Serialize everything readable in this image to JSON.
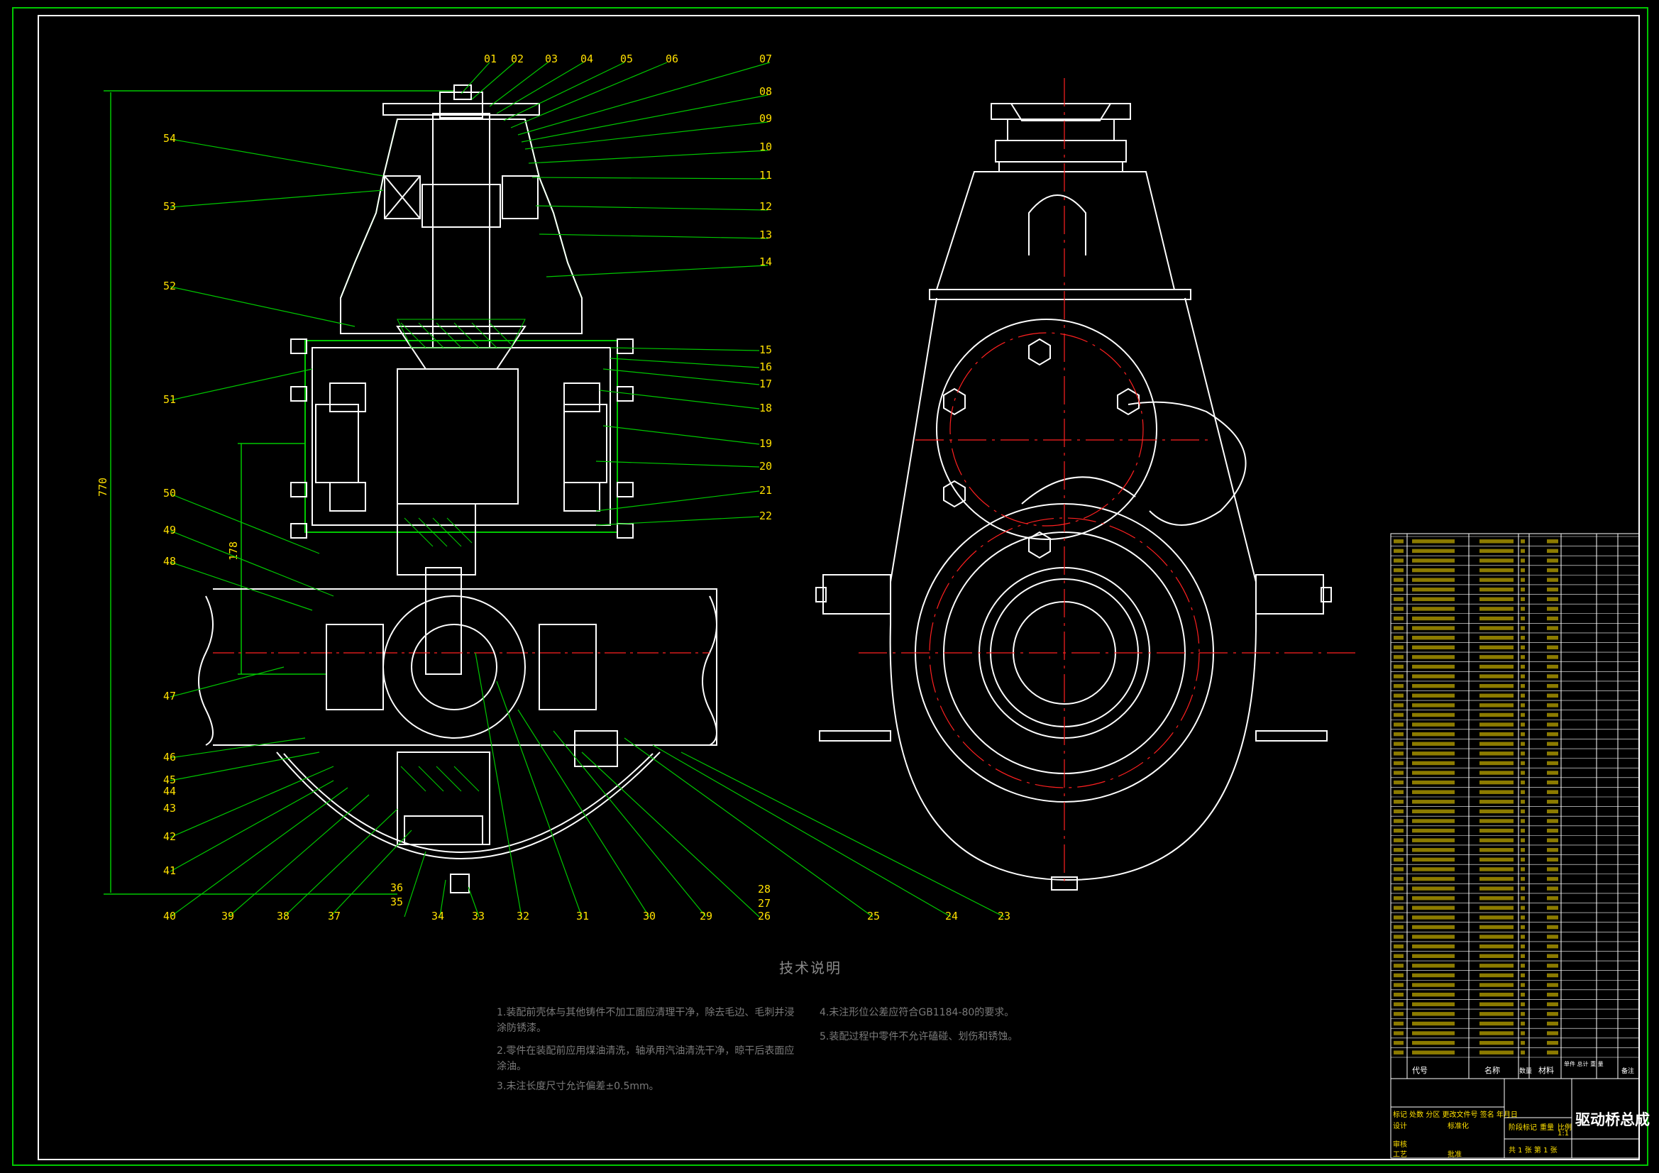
{
  "drawing": {
    "colors": {
      "background": "#000000",
      "outline": "#ffffff",
      "leader": "#00c800",
      "centerline": "#ff2020",
      "hatch": "#00d000",
      "label": "#ffe000",
      "note": "#7a7a7a"
    },
    "dimension_text": {
      "overall_height": "770",
      "lower_height": "178"
    },
    "section_view_labels_top": [
      "01",
      "02",
      "03",
      "04",
      "05",
      "06",
      "07",
      "08",
      "09",
      "10",
      "11",
      "12",
      "13",
      "14"
    ],
    "section_view_labels_right": [
      "15",
      "16",
      "17",
      "18",
      "19",
      "20",
      "21",
      "22"
    ],
    "section_view_labels_left": [
      "54",
      "53",
      "52",
      "51",
      "50",
      "49",
      "48",
      "47",
      "46",
      "45",
      "44",
      "43",
      "42",
      "41"
    ],
    "section_view_labels_bottom": [
      "40",
      "39",
      "38",
      "37",
      "36",
      "35",
      "34",
      "33",
      "32",
      "31",
      "30",
      "29",
      "28",
      "27",
      "26",
      "25",
      "24",
      "23"
    ]
  },
  "tech_notes": {
    "title": "技术说明",
    "items": [
      "1.装配前壳体与其他铸件不加工面应清理干净，除去毛边、毛刺并浸涂防锈漆。",
      "2.零件在装配前应用煤油清洗，轴承用汽油清洗干净，晾干后表面应涂油。",
      "3.未注长度尺寸允许偏差±0.5mm。",
      "4.未注形位公差应符合GB1184-80的要求。",
      "5.装配过程中零件不允许磕碰、划伤和锈蚀。"
    ]
  },
  "title_block": {
    "drawing_title": "驱动桥总成",
    "header": {
      "code": "代号",
      "name": "名称",
      "qty": "数量",
      "material": "材料",
      "weight": "单件 总计 重 量",
      "remark": "备注"
    },
    "scale_label": "比例",
    "scale_value": "1:1",
    "sheet_text": "共 1 张   第 1 张",
    "rows_label": "标记 处数 分区 更改文件号 签名 年月日",
    "design": "设计",
    "review": "审核",
    "process": "工艺",
    "approve": "批准",
    "standard": "标准化",
    "stage": "阶段标记",
    "weight_label": "重量"
  },
  "bom_rows_count": 54
}
